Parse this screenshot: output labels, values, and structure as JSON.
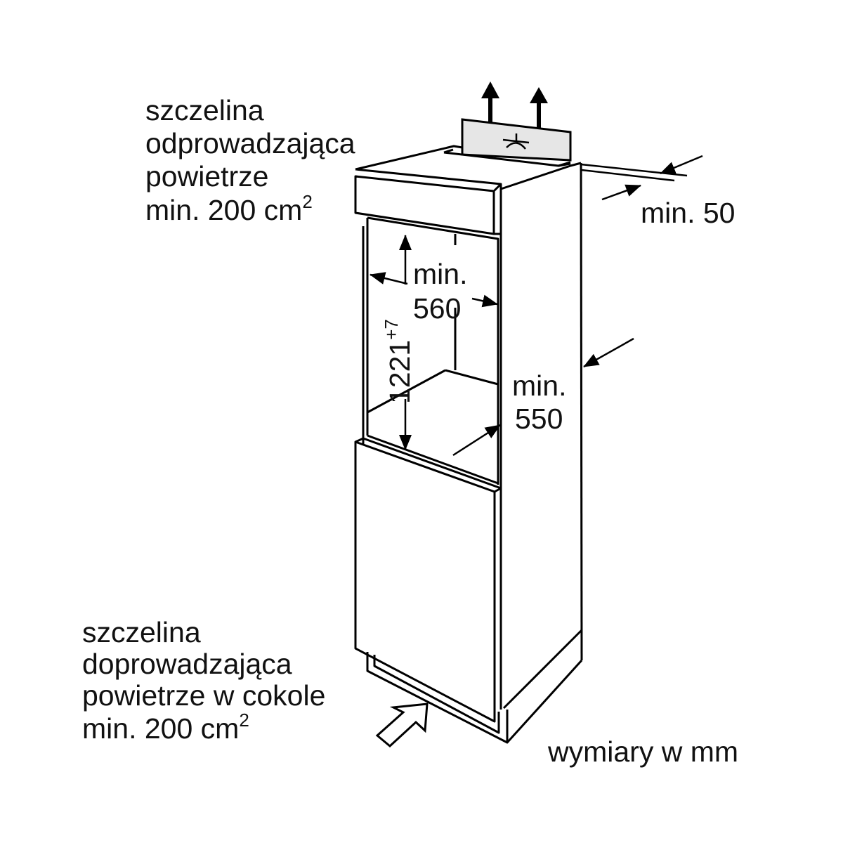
{
  "labels": {
    "outlet": {
      "line1": "szczelina",
      "line2": "odprowadzająca",
      "line3": "powietrze",
      "line4": "min. 200 cm",
      "line4_sup": "2"
    },
    "inlet": {
      "line1": "szczelina",
      "line2": "doprowadzająca",
      "line3": "powietrze w cokole",
      "line4": "min. 200 cm",
      "line4_sup": "2"
    },
    "gap": "min. 50",
    "width_min": "min.",
    "width_value": "560",
    "height_value": "1221",
    "height_tolerance": "+7",
    "depth_min": "min.",
    "depth_value": "550",
    "units": "wymiary w mm"
  },
  "colors": {
    "line": "#000000",
    "vent_fill": "#e6e6e6"
  },
  "icons": [
    "fan-symbol-icon",
    "airflow-up-arrow-icon",
    "airflow-inlet-arrow-icon"
  ]
}
